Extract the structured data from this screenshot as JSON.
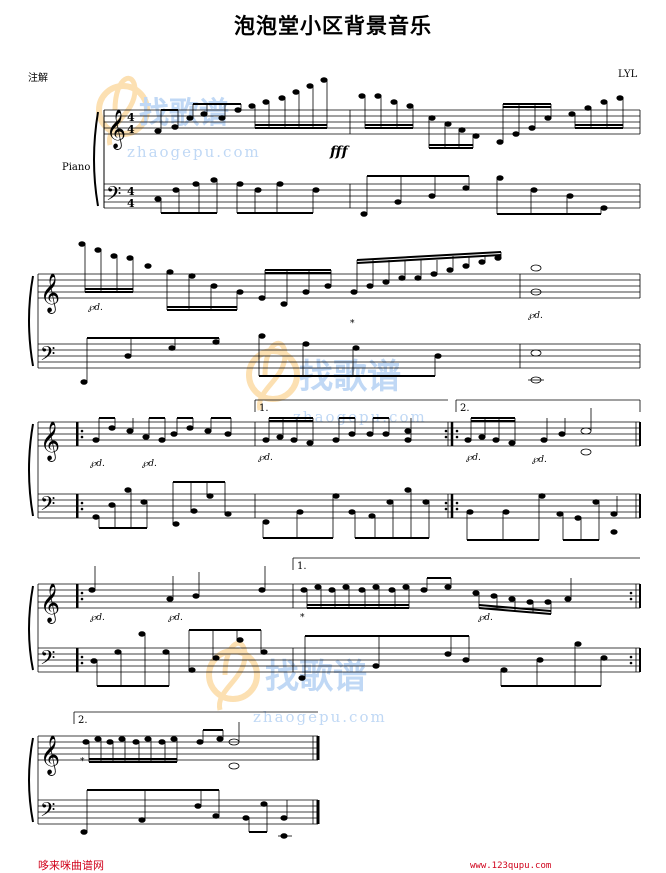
{
  "score": {
    "title": "泡泡堂小区背景音乐",
    "annotation_label": "注解",
    "arranger": "LYL",
    "instrument": "Piano",
    "time_signature_top": "4",
    "time_signature_bottom": "4",
    "dynamic_fff": "fff",
    "pedal_mark": "℘d.",
    "pedal_release": "*",
    "volta_1": "1.",
    "volta_2": "2."
  },
  "watermark": {
    "brand": "找歌谱",
    "url": "zhaogepu.com"
  },
  "footer": {
    "left_text": "哆来咪曲谱网",
    "right_text": "www.123qupu.com"
  }
}
